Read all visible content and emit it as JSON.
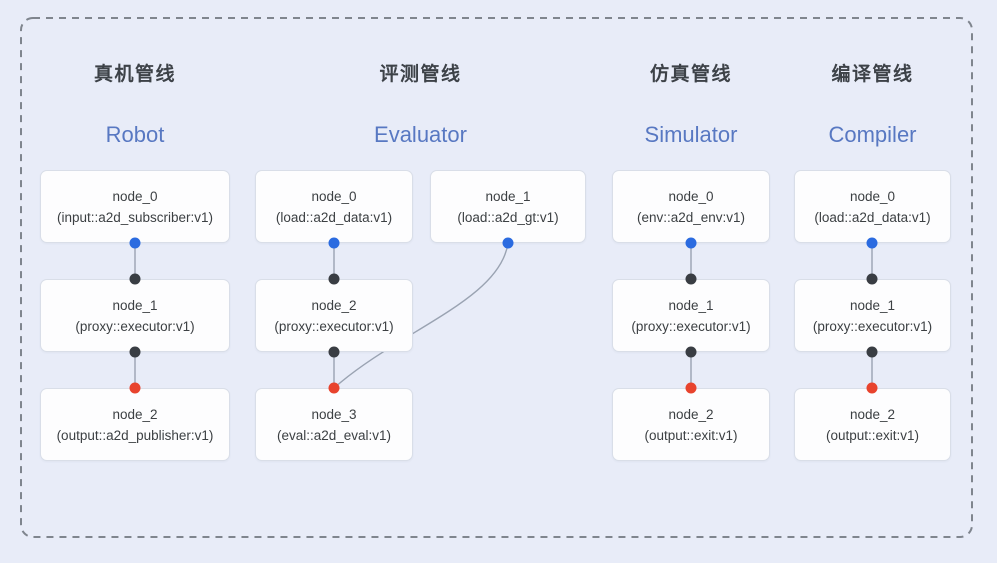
{
  "diagram": {
    "kind": "pipeline-graph",
    "colors": {
      "background": "#e8ecf8",
      "dashed_border": "#7f858e",
      "node_fill": "#fdfdfe",
      "node_border": "#d9dee8",
      "edge": "#9aa3b2",
      "input_port_blue": "#2b6be0",
      "internal_port_black": "#393d43",
      "output_port_red": "#e8432d",
      "title_cn_color": "#3d4248",
      "title_en_color": "#5878c2",
      "node_text_color": "#3c4043"
    },
    "pipelines": [
      {
        "title_cn": "真机管线",
        "title_en": "Robot",
        "nodes": [
          {
            "name": "node_0",
            "impl": "(input::a2d_subscriber:v1)"
          },
          {
            "name": "node_1",
            "impl": "(proxy::executor:v1)"
          },
          {
            "name": "node_2",
            "impl": "(output::a2d_publisher:v1)"
          }
        ]
      },
      {
        "title_cn": "评测管线",
        "title_en": "Evaluator",
        "nodes": [
          {
            "name": "node_0",
            "impl": "(load::a2d_data:v1)"
          },
          {
            "name": "node_1",
            "impl": "(load::a2d_gt:v1)"
          },
          {
            "name": "node_2",
            "impl": "(proxy::executor:v1)"
          },
          {
            "name": "node_3",
            "impl": "(eval::a2d_eval:v1)"
          }
        ]
      },
      {
        "title_cn": "仿真管线",
        "title_en": "Simulator",
        "nodes": [
          {
            "name": "node_0",
            "impl": "(env::a2d_env:v1)"
          },
          {
            "name": "node_1",
            "impl": "(proxy::executor:v1)"
          },
          {
            "name": "node_2",
            "impl": "(output::exit:v1)"
          }
        ]
      },
      {
        "title_cn": "编译管线",
        "title_en": "Compiler",
        "nodes": [
          {
            "name": "node_0",
            "impl": "(load::a2d_data:v1)"
          },
          {
            "name": "node_1",
            "impl": "(proxy::executor:v1)"
          },
          {
            "name": "node_2",
            "impl": "(output::exit:v1)"
          }
        ]
      }
    ],
    "edges": [
      {
        "from": "robot.node_0",
        "to": "robot.node_1",
        "from_port": "blue",
        "to_port": "black"
      },
      {
        "from": "robot.node_1",
        "to": "robot.node_2",
        "from_port": "black",
        "to_port": "red"
      },
      {
        "from": "evaluator.node_0",
        "to": "evaluator.node_2",
        "from_port": "blue",
        "to_port": "black"
      },
      {
        "from": "evaluator.node_1",
        "to": "evaluator.node_3",
        "from_port": "blue",
        "to_port": "red",
        "shape": "curved"
      },
      {
        "from": "evaluator.node_2",
        "to": "evaluator.node_3",
        "from_port": "black",
        "to_port": "red"
      },
      {
        "from": "simulator.node_0",
        "to": "simulator.node_1",
        "from_port": "blue",
        "to_port": "black"
      },
      {
        "from": "simulator.node_1",
        "to": "simulator.node_2",
        "from_port": "black",
        "to_port": "red"
      },
      {
        "from": "compiler.node_0",
        "to": "compiler.node_1",
        "from_port": "blue",
        "to_port": "black"
      },
      {
        "from": "compiler.node_1",
        "to": "compiler.node_2",
        "from_port": "black",
        "to_port": "red"
      }
    ]
  }
}
